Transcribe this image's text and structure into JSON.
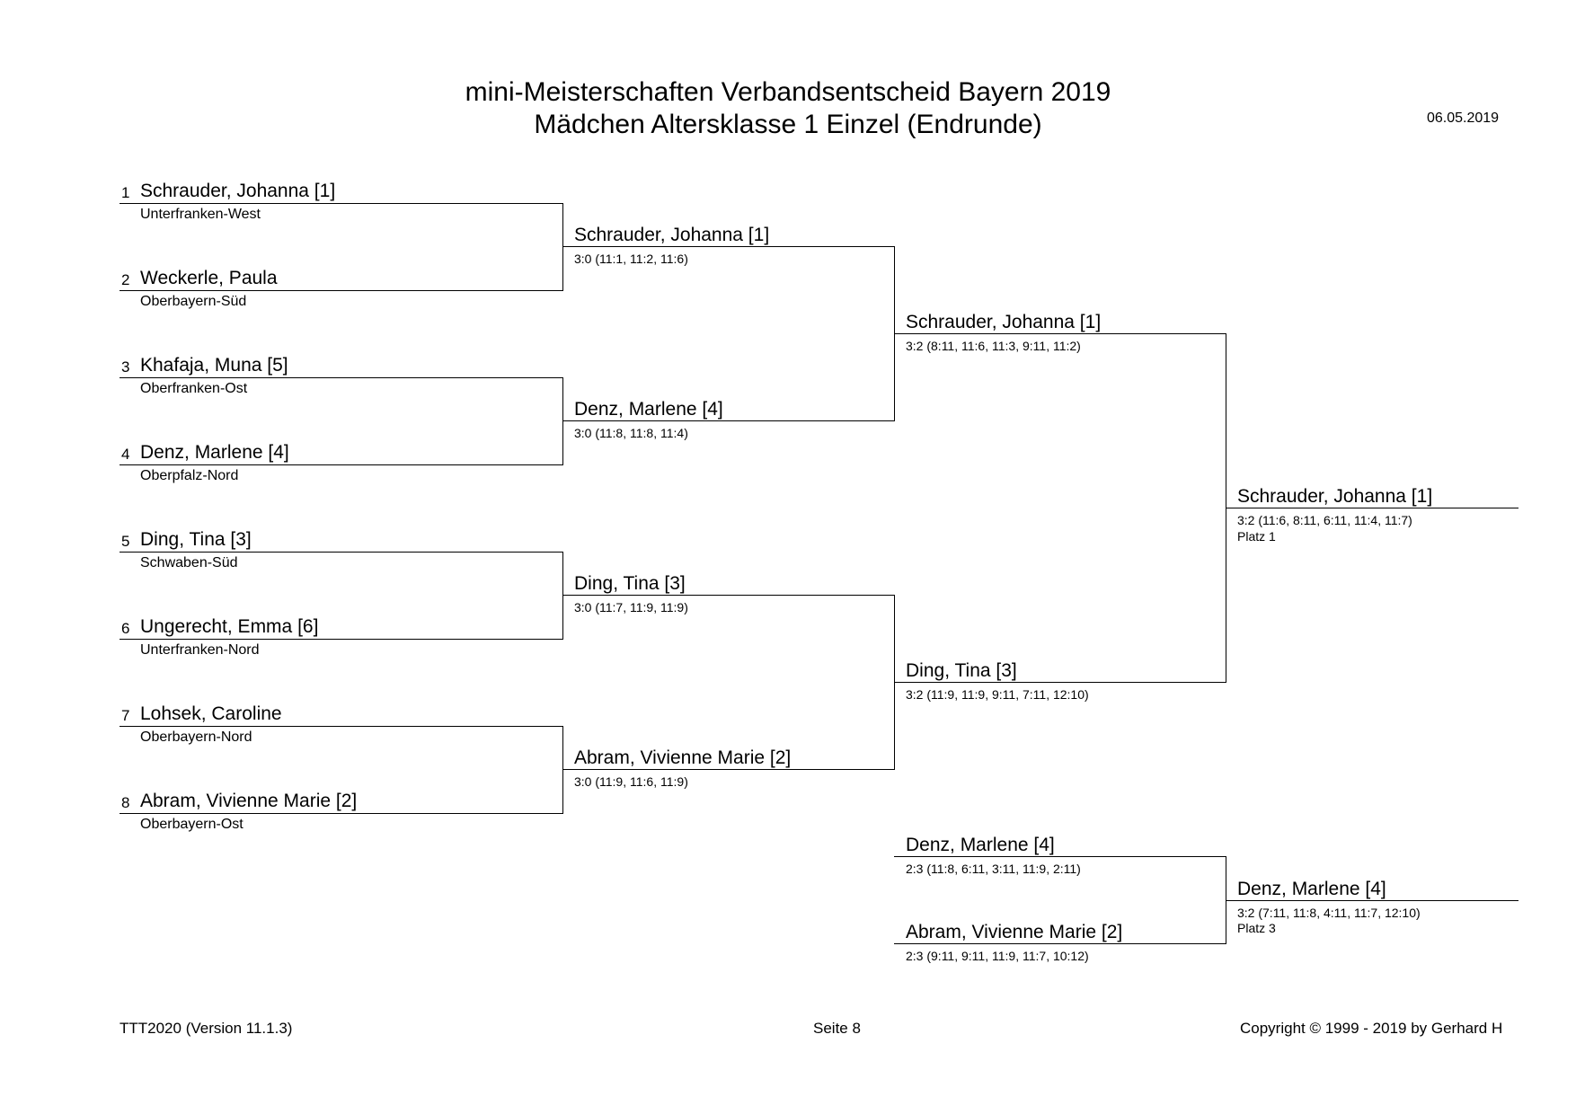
{
  "header": {
    "title_line1": "mini-Meisterschaften Verbandsentscheid Bayern 2019",
    "title_line2": "Mädchen Altersklasse 1 Einzel (Endrunde)",
    "date": "06.05.2019"
  },
  "round1": [
    {
      "seed": "1",
      "name": "Schrauder, Johanna [1]",
      "club": "Unterfranken-West"
    },
    {
      "seed": "2",
      "name": "Weckerle, Paula",
      "club": "Oberbayern-Süd"
    },
    {
      "seed": "3",
      "name": "Khafaja, Muna [5]",
      "club": "Oberfranken-Ost"
    },
    {
      "seed": "4",
      "name": "Denz, Marlene [4]",
      "club": "Oberpfalz-Nord"
    },
    {
      "seed": "5",
      "name": "Ding, Tina [3]",
      "club": "Schwaben-Süd"
    },
    {
      "seed": "6",
      "name": "Ungerecht, Emma [6]",
      "club": "Unterfranken-Nord"
    },
    {
      "seed": "7",
      "name": "Lohsek, Caroline",
      "club": "Oberbayern-Nord"
    },
    {
      "seed": "8",
      "name": "Abram, Vivienne Marie [2]",
      "club": "Oberbayern-Ost"
    }
  ],
  "quarterfinals": [
    {
      "winner": "Schrauder, Johanna [1]",
      "score": "3:0 (11:1, 11:2, 11:6)"
    },
    {
      "winner": "Denz, Marlene [4]",
      "score": "3:0 (11:8, 11:8, 11:4)"
    },
    {
      "winner": "Ding, Tina [3]",
      "score": "3:0 (11:7, 11:9, 11:9)"
    },
    {
      "winner": "Abram, Vivienne Marie [2]",
      "score": "3:0 (11:9, 11:6, 11:9)"
    }
  ],
  "semifinals": [
    {
      "winner": "Schrauder, Johanna [1]",
      "score": "3:2 (8:11, 11:6, 11:3, 9:11, 11:2)"
    },
    {
      "winner": "Ding, Tina [3]",
      "score": "3:2 (11:9, 11:9, 9:11, 7:11, 12:10)"
    }
  ],
  "final": {
    "winner": "Schrauder, Johanna [1]",
    "score": "3:2 (11:6, 8:11, 6:11, 11:4, 11:7)",
    "place": "Platz 1"
  },
  "third_place": {
    "players": [
      {
        "name": "Denz, Marlene [4]",
        "score": "2:3 (11:8, 6:11, 3:11, 11:9, 2:11)"
      },
      {
        "name": "Abram, Vivienne Marie [2]",
        "score": "2:3 (9:11, 9:11, 11:9, 11:7, 10:12)"
      }
    ],
    "winner": "Denz, Marlene [4]",
    "score": "3:2 (7:11, 11:8, 4:11, 11:7, 12:10)",
    "place": "Platz 3"
  },
  "footer": {
    "version": "TTT2020 (Version 11.1.3)",
    "page": "Seite 8",
    "copyright": "Copyright © 1999 - 2019 by Gerhard H"
  }
}
